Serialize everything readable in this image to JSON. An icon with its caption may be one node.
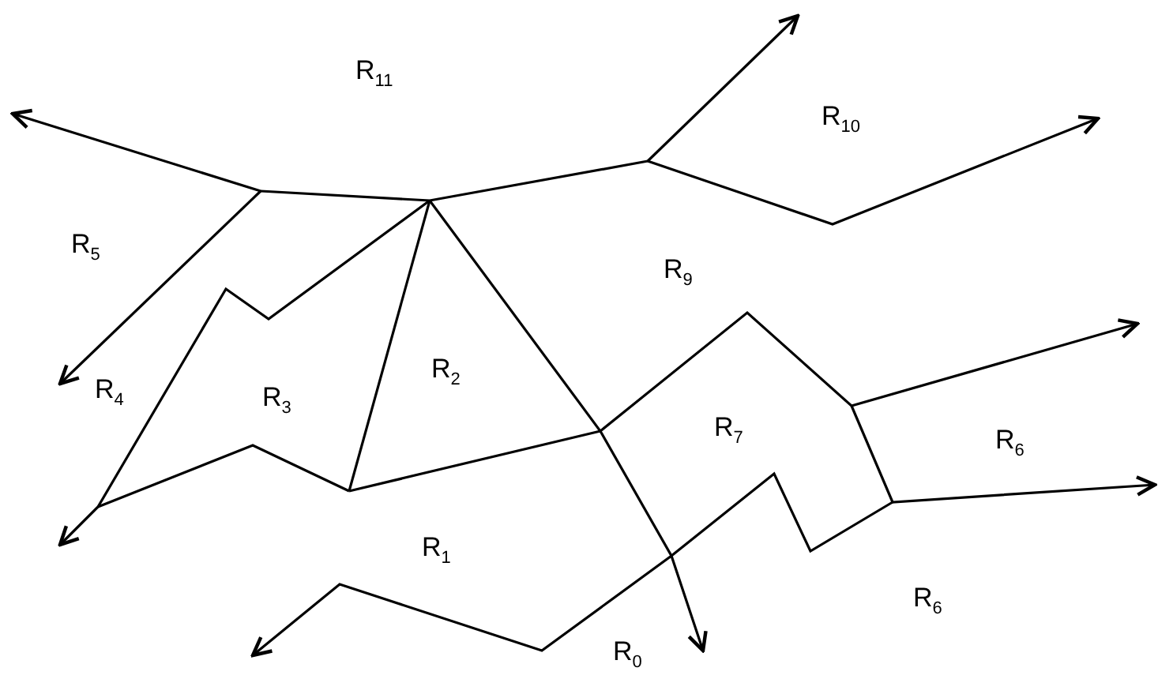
{
  "diagram": {
    "labels": [
      "R$_{11}$",
      "R$_{10}$",
      "R$_{5}$",
      "R$_{9}$",
      "R$_{4}$",
      "R$_{2}$",
      "R$_{3}$",
      "R$_{7}$",
      "R$_{6}$",
      "R$_{1}$",
      "R$_{6}$",
      "R$_{0}$"
    ]
  }
}
